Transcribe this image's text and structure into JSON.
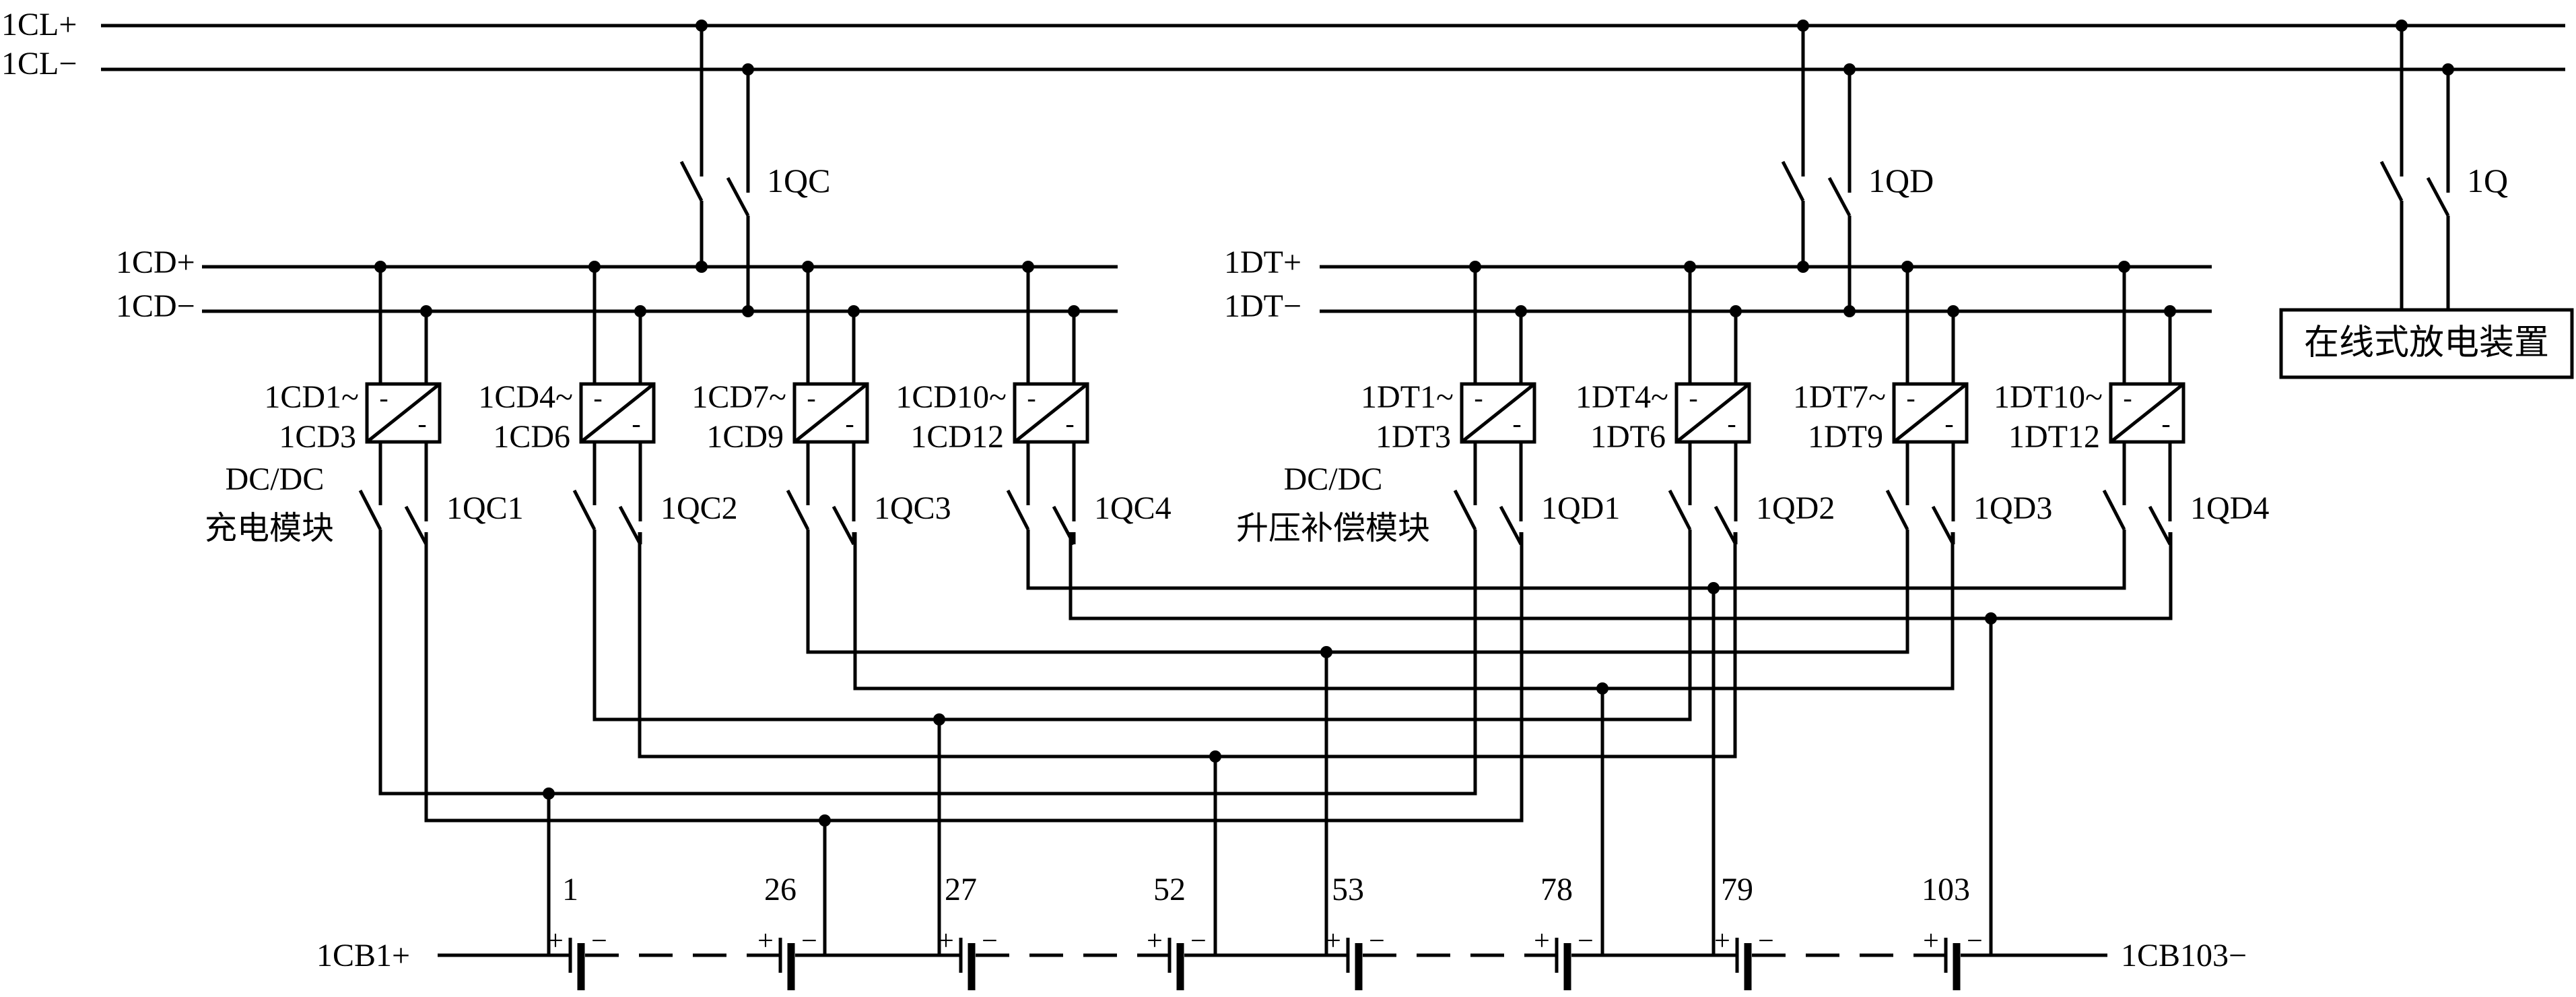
{
  "buses": [
    {
      "id": "cl-plus",
      "label": "1CL+"
    },
    {
      "id": "cl-minus",
      "label": "1CL−"
    },
    {
      "id": "cd-plus",
      "label": "1CD+"
    },
    {
      "id": "cd-minus",
      "label": "1CD−"
    },
    {
      "id": "dt-plus",
      "label": "1DT+"
    },
    {
      "id": "dt-minus",
      "label": "1DT−"
    }
  ],
  "main_switches": [
    {
      "id": "qc",
      "label": "1QC"
    },
    {
      "id": "qd",
      "label": "1QD"
    },
    {
      "id": "q",
      "label": "1Q"
    }
  ],
  "discharge_device": {
    "label": "在线式放电装置"
  },
  "charge_modules": [
    {
      "line1": "1CD1~",
      "line2": "1CD3",
      "switch": "1QC1"
    },
    {
      "line1": "1CD4~",
      "line2": "1CD6",
      "switch": "1QC2"
    },
    {
      "line1": "1CD7~",
      "line2": "1CD9",
      "switch": "1QC3"
    },
    {
      "line1": "1CD10~",
      "line2": "1CD12",
      "switch": "1QC4"
    }
  ],
  "boost_modules": [
    {
      "line1": "1DT1~",
      "line2": "1DT3",
      "switch": "1QD1"
    },
    {
      "line1": "1DT4~",
      "line2": "1DT6",
      "switch": "1QD2"
    },
    {
      "line1": "1DT7~",
      "line2": "1DT9",
      "switch": "1QD3"
    },
    {
      "line1": "1DT10~",
      "line2": "1DT12",
      "switch": "1QD4"
    }
  ],
  "charge_group_label": {
    "line1": "DC/DC",
    "line2": "充电模块"
  },
  "boost_group_label": {
    "line1": "DC/DC",
    "line2": "升压补偿模块"
  },
  "converter_symbol": {
    "input": "-",
    "output": "-"
  },
  "battery_string": {
    "start_label": "1CB1+",
    "end_label": "1CB103−",
    "cells": [
      "1",
      "26",
      "27",
      "52",
      "53",
      "78",
      "79",
      "103"
    ],
    "plus_sign": "+",
    "minus_sign": "−"
  }
}
